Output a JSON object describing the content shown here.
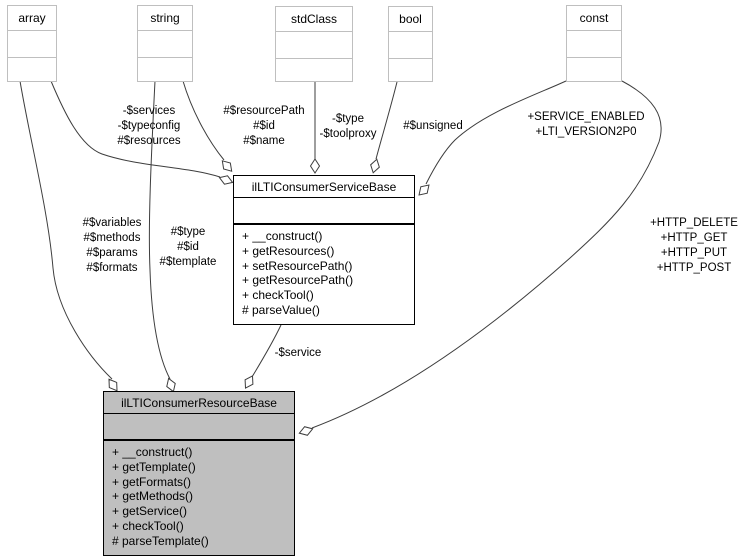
{
  "colors": {
    "highlight_fill": "#bfbfbf",
    "type_node_border": "#bfbfbf",
    "class_node_border": "#000000",
    "edge_stroke": "#3d3d3d"
  },
  "type_nodes": [
    {
      "label": "array"
    },
    {
      "label": "string"
    },
    {
      "label": "stdClass"
    },
    {
      "label": "bool"
    },
    {
      "label": "const"
    }
  ],
  "classes": [
    {
      "name": "ilLTIConsumerServiceBase",
      "attributes": "",
      "methods": [
        "+ __construct()",
        "+ getResources()",
        "+ setResourcePath()",
        "+ getResourcePath()",
        "+ checkTool()",
        "# parseValue()"
      ]
    },
    {
      "name": "ilLTIConsumerResourceBase",
      "attributes": "",
      "methods": [
        "+ __construct()",
        "+ getTemplate()",
        "+ getFormats()",
        "+ getMethods()",
        "+ getService()",
        "+ checkTool()",
        "# parseTemplate()"
      ]
    }
  ],
  "edge_labels": [
    {
      "text": "-$services\n-$typeconfig\n#$resources"
    },
    {
      "text": "#$resourcePath\n#$id\n#$name"
    },
    {
      "text": "-$type\n-$toolproxy"
    },
    {
      "text": "#$unsigned"
    },
    {
      "text": "+SERVICE_ENABLED\n+LTI_VERSION2P0"
    },
    {
      "text": "#$variables\n#$methods\n#$params\n#$formats"
    },
    {
      "text": "#$type\n#$id\n#$template"
    },
    {
      "text": "+HTTP_DELETE\n+HTTP_GET\n+HTTP_PUT\n+HTTP_POST"
    },
    {
      "text": "-$service"
    }
  ]
}
